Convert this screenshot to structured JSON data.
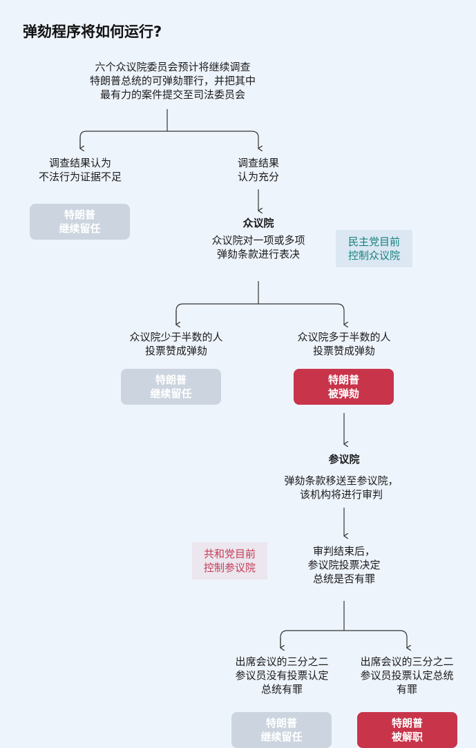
{
  "title": "弹劾程序将如何运行?",
  "start": {
    "lines": [
      "六个众议院委员会预计将继续调查",
      "特朗普总统的可弹劾罪行，并把其中",
      "最有力的案件提交至司法委员会"
    ]
  },
  "branch1": {
    "left": {
      "lines": [
        "调查结果认为",
        "不法行为证据不足"
      ],
      "outcome": [
        "特朗普",
        "继续留任"
      ]
    },
    "right": {
      "lines": [
        "调查结果",
        "认为充分"
      ]
    }
  },
  "house": {
    "heading": "众议院",
    "lines": [
      "众议院对一项或多项",
      "弹劾条款进行表决"
    ],
    "note": [
      "民主党目前",
      "控制众议院"
    ]
  },
  "branch2": {
    "left": {
      "lines": [
        "众议院少于半数的人",
        "投票赞成弹劾"
      ],
      "outcome": [
        "特朗普",
        "继续留任"
      ]
    },
    "right": {
      "lines": [
        "众议院多于半数的人",
        "投票赞成弹劾"
      ],
      "outcome": [
        "特朗普",
        "被弹劾"
      ]
    }
  },
  "senate": {
    "heading": "参议院",
    "lines": [
      "弹劾条款移送至参议院，",
      "该机构将进行审判"
    ],
    "trial_lines": [
      "审判结束后，",
      "参议院投票决定",
      "总统是否有罪"
    ],
    "note": [
      "共和党目前",
      "控制参议院"
    ]
  },
  "branch3": {
    "left": {
      "lines": [
        "出席会议的三分之二",
        "参议员没有投票认定",
        "总统有罪"
      ],
      "outcome": [
        "特朗普",
        "继续留任"
      ]
    },
    "right": {
      "lines": [
        "出席会议的三分之二",
        "参议员投票认定总统",
        "有罪"
      ],
      "outcome": [
        "特朗普",
        "被解职"
      ]
    }
  },
  "colors": {
    "background": "#eef4fc",
    "gray_box": "#ccd5df",
    "red_box": "#c8344a",
    "dem_note_text": "#16807f",
    "rep_note_text": "#c23b55",
    "line": "#333333"
  }
}
